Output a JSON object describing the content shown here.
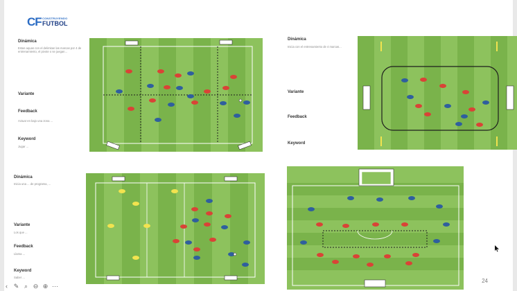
{
  "brand": {
    "mark": "CF",
    "small": "CONSTRUYENDO",
    "big": "FUTBOL"
  },
  "slide1": {
    "dinamica_title": "Dinámica",
    "dinamica_text": "Estas aquas con el delimitan las marcas por 4 de entrenamiento, el pivote o se juegan...",
    "variante_title": "Variante",
    "feedback_title": "Feedback",
    "feedback_text": "Actuar en bajo una zona ...",
    "keyword_title": "Keyword",
    "keyword_text": "Jugar ..."
  },
  "slide2": {
    "dinamica_title": "Dinámica",
    "dinamica_text": "Inicia con el entrenamiento de 4 marcas...",
    "variante_title": "Variante",
    "feedback_title": "Feedback",
    "keyword_title": "Keyword"
  },
  "slide3": {
    "dinamica_title": "Dinámica",
    "dinamica_text": "Inicia una ... de programa, ...",
    "variante_title": "Variante",
    "variante_text": "Los que ... ",
    "feedback_title": "Feedback",
    "feedback_text": "Llama ...",
    "keyword_title": "Keyword",
    "keyword_text": "Saber ..."
  },
  "page_number": "24",
  "toolbar": {
    "icons": [
      "prev-icon",
      "pen-icon",
      "search-icon",
      "zoom-out-icon",
      "zoom-in-icon",
      "more-icon"
    ]
  },
  "colors": {
    "grass_light": "#8dc25d",
    "grass_dark": "#77b34a",
    "red": "#d94336",
    "blue": "#2f5f9e",
    "yellow": "#f2e34f"
  }
}
